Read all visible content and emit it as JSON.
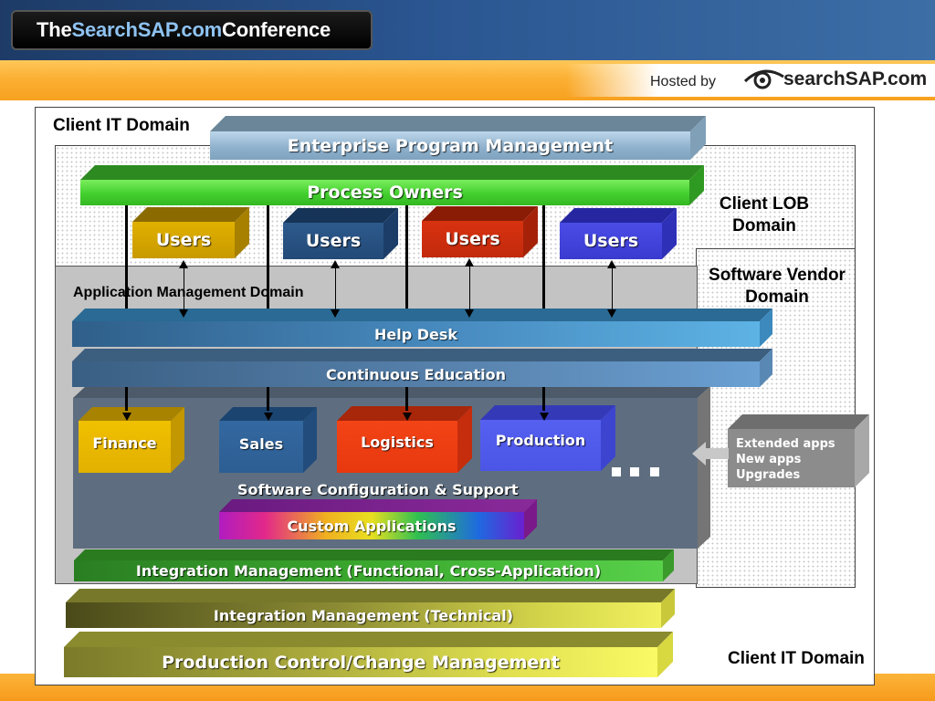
{
  "header": {
    "title_prefix": "The ",
    "title_brand": "SearchSAP.com",
    "title_suffix": " Conference",
    "hosted_by": "Hosted by",
    "logo_text": "searchSAP.com",
    "logo_icon": "eye-icon",
    "colors": {
      "top_band": "#2a5590",
      "orange_band": "#f7a01f",
      "brand_accent": "#8ec2f2"
    }
  },
  "domains": {
    "client_it_top": "Client IT Domain",
    "client_it_bottom": "Client IT Domain",
    "client_lob": "Client LOB Domain",
    "software_vendor": "Software Vendor Domain",
    "application_management": "Application Management Domain"
  },
  "bars": {
    "enterprise_program_management": "Enterprise Program Management",
    "process_owners": "Process Owners",
    "help_desk": "Help Desk",
    "continuous_education": "Continuous Education",
    "software_configuration_support": "Software Configuration & Support",
    "custom_applications": "Custom Applications",
    "integration_functional": "Integration Management (Functional, Cross-Application)",
    "integration_technical": "Integration Management (Technical)",
    "production_control": "Production Control/Change Management"
  },
  "users": [
    {
      "label": "Users",
      "color": "#c99a00"
    },
    {
      "label": "Users",
      "color": "#234a78"
    },
    {
      "label": "Users",
      "color": "#c22a0c"
    },
    {
      "label": "Users",
      "color": "#3a3bd0"
    }
  ],
  "modules": [
    {
      "label": "Finance",
      "color": "#e2b000"
    },
    {
      "label": "Sales",
      "color": "#2d5e93"
    },
    {
      "label": "Logistics",
      "color": "#e8380f"
    },
    {
      "label": "Production",
      "color": "#4b55e6"
    }
  ],
  "vendor_box": {
    "lines": [
      "Extended apps",
      "New apps",
      "Upgrades"
    ]
  }
}
